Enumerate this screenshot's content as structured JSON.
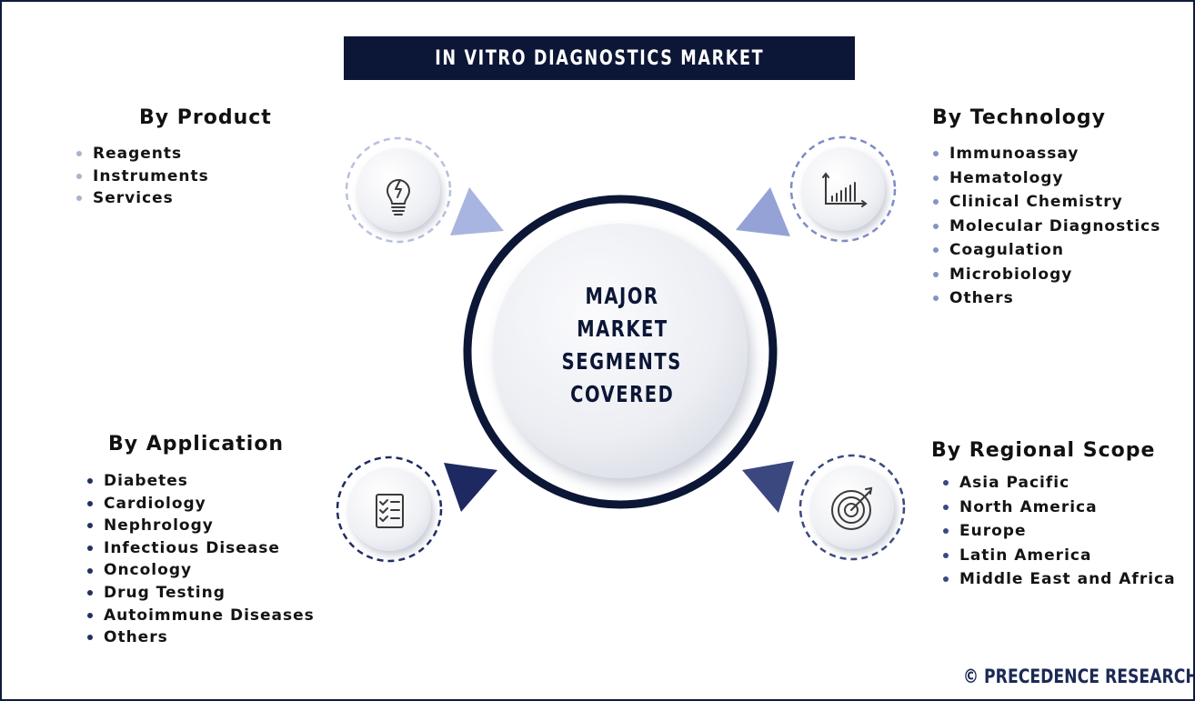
{
  "title": "IN VITRO DIAGNOSTICS MARKET",
  "center": {
    "lines": [
      "MAJOR",
      "MARKET",
      "SEGMENTS",
      "COVERED"
    ]
  },
  "groups": {
    "product": {
      "heading": "By Product",
      "icon": "lightbulb-icon",
      "items": [
        "Reagents",
        "Instruments",
        "Services"
      ]
    },
    "technology": {
      "heading": "By Technology",
      "icon": "bar-chart-icon",
      "items": [
        "Immunoassay",
        "Hematology",
        "Clinical Chemistry",
        "Molecular Diagnostics",
        "Coagulation",
        "Microbiology",
        "Others"
      ]
    },
    "application": {
      "heading": "By Application",
      "icon": "checklist-icon",
      "items": [
        "Diabetes",
        "Cardiology",
        "Nephrology",
        "Infectious Disease",
        "Oncology",
        "Drug Testing",
        "Autoimmune Diseases",
        "Others"
      ]
    },
    "regional": {
      "heading": "By Regional Scope",
      "icon": "target-icon",
      "items": [
        "Asia Pacific",
        "North America",
        "Europe",
        "Latin America",
        "Middle East and Africa"
      ]
    }
  },
  "footer": "© PRECEDENCE RESEARCH",
  "colors": {
    "navy": "#0c1636",
    "light_accent": "#aab6df",
    "dark_accent": "#1f2c63"
  }
}
